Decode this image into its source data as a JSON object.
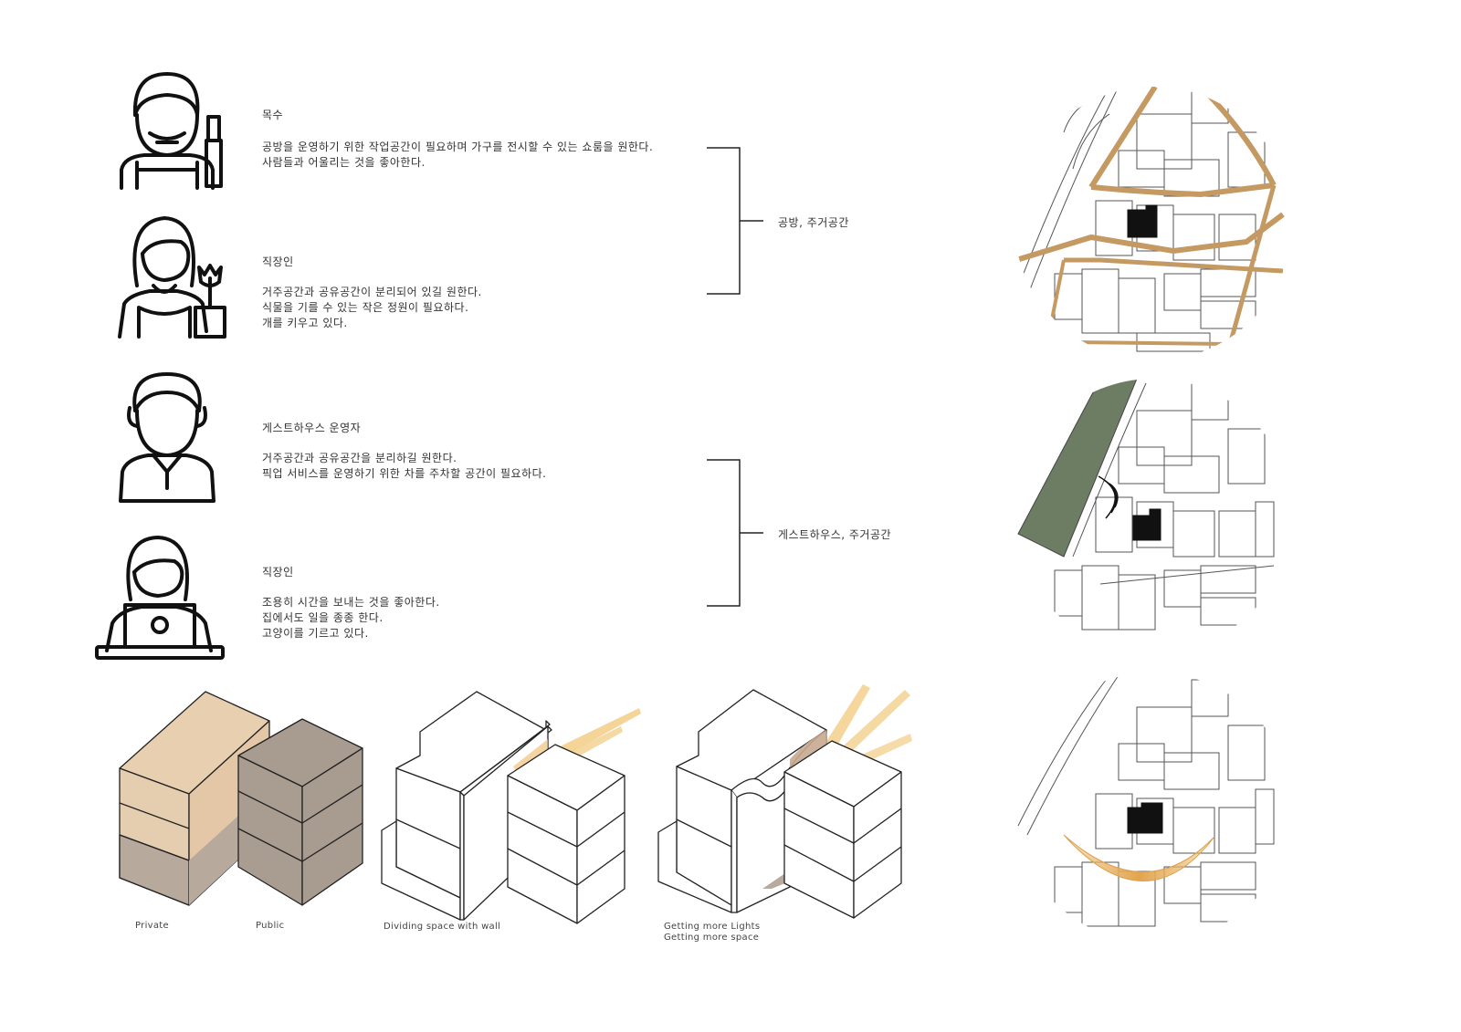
{
  "personas": [
    {
      "name": "목수",
      "lines": [
        "공방을 운영하기 위한 작업공간이 필요하며 가구를 전시할 수 있는 쇼룸을 원한다.",
        "사람들과 어울리는 것을 좋아한다."
      ],
      "icon": "carpenter-icon"
    },
    {
      "name": "직장인",
      "lines": [
        "거주공간과 공유공간이 분리되어 있길 원한다.",
        "식물을 기를 수 있는 작은 정원이 필요하다.",
        "개를 키우고 있다."
      ],
      "icon": "gardener-woman-icon"
    },
    {
      "name": "게스트하우스 운영자",
      "lines": [
        "거주공간과 공유공간을 분리하길 원한다.",
        "픽업 서비스를 운영하기 위한 차를 주차할 공간이 필요하다."
      ],
      "icon": "man-polo-icon"
    },
    {
      "name": "직장인",
      "lines": [
        "조용히 시간을 보내는 것을 좋아한다.",
        "집에서도 일을 종종 한다.",
        "고양이를 기르고 있다."
      ],
      "icon": "woman-laptop-icon"
    }
  ],
  "groups": [
    {
      "label": "공방, 주거공간"
    },
    {
      "label": "게스트하우스, 주거공간"
    }
  ],
  "diagrams": {
    "private_label": "Private",
    "public_label": "Public",
    "wall_caption": "Dividing space with wall",
    "light_caption_1": "Getting more Lights",
    "light_caption_2": "Getting more space"
  },
  "colors": {
    "private": "#e6c9a8",
    "private_dark": "#b5a59a",
    "public": "#a99c91",
    "light_ray": "#f0c27a",
    "road": "#c49a62",
    "park": "#6c7d63",
    "site": "#111111"
  },
  "maps": [
    {
      "icon": "road-network-map-icon"
    },
    {
      "icon": "park-sound-map-icon"
    },
    {
      "icon": "sunlight-arc-map-icon"
    }
  ]
}
